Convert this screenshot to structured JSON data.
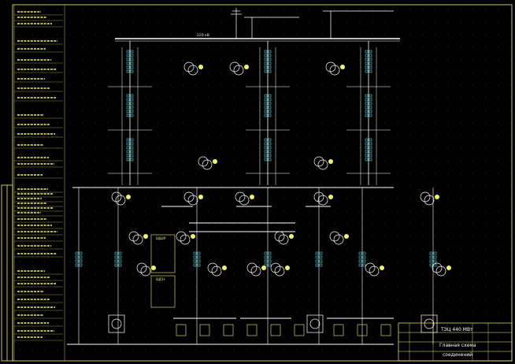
{
  "buses": {
    "hv_bus_label": "220 кВ"
  },
  "panels": {
    "shsn_label": "ЩСН",
    "shshu_label": "ЩШУ"
  },
  "title_block": {
    "plant_name": "ТЭЦ 440 МВт",
    "drawing_title_line1": "Главная схема",
    "drawing_title_line2": "соединений"
  },
  "colors": {
    "background": "#000000",
    "frame": "#f3f36a",
    "wire": "#ffffff",
    "breaker": "#5ad6e0",
    "fill": "#f3f36a",
    "dot": "#3a3a3a"
  }
}
